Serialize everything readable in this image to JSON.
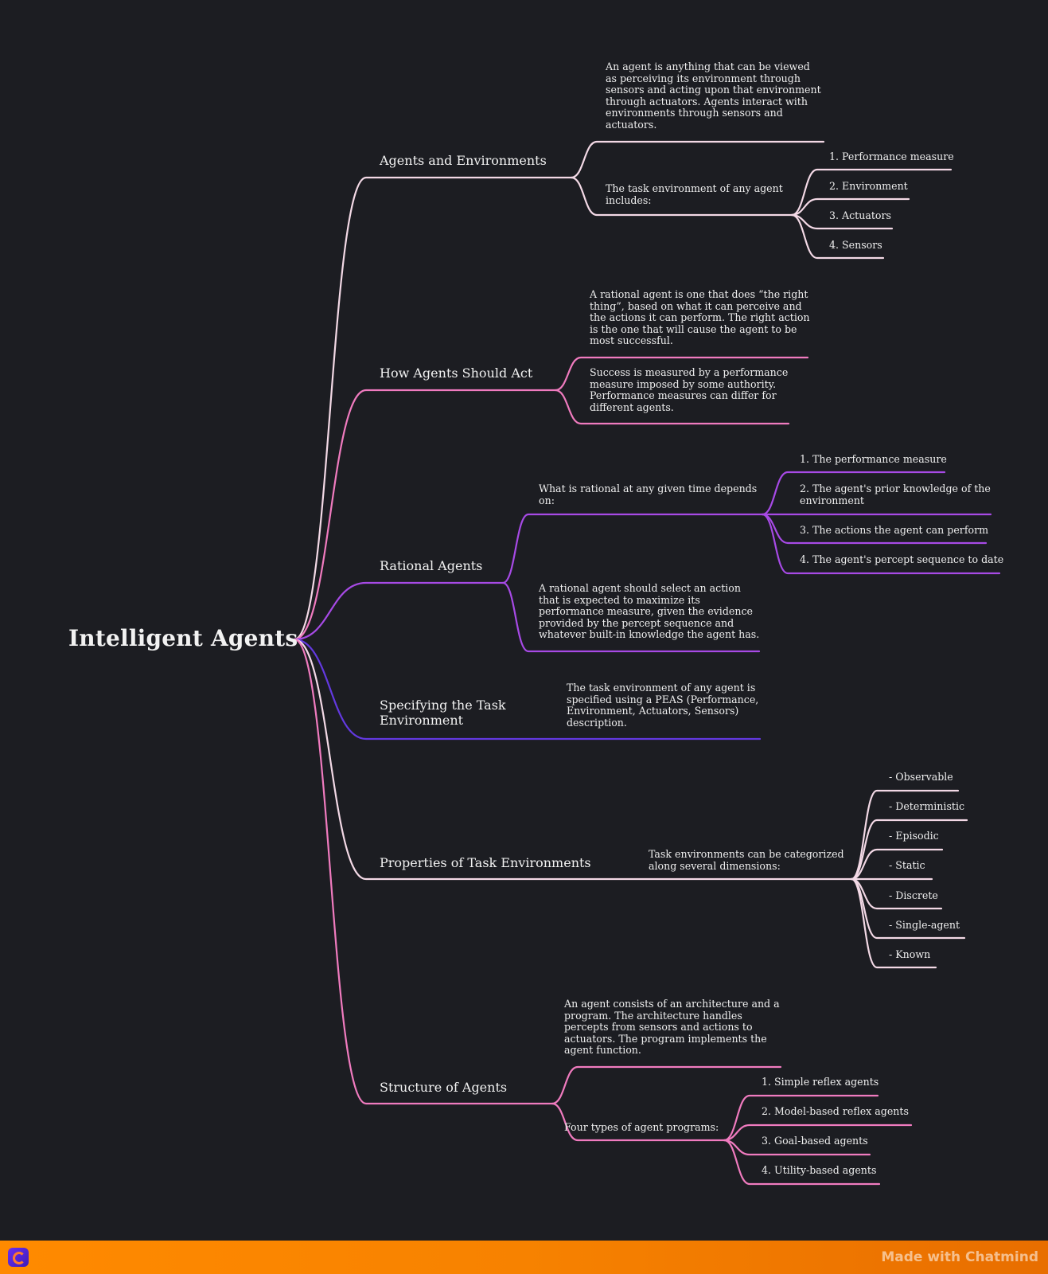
{
  "title": "Intelligent Agents",
  "colors": {
    "background": "#1c1d22",
    "text": "#f2f2f2",
    "branch_agents_environments": "#f3d9e6",
    "branch_how_agents_act": "#f07bbf",
    "branch_rational_agents": "#a74ae6",
    "branch_specifying": "#6339e0",
    "branch_properties": "#f3d9e6",
    "branch_structure": "#f07bbf",
    "footer": "#ff8a00"
  },
  "branches": [
    {
      "label": "Agents and Environments",
      "children": [
        {
          "text": "An agent is anything that can be viewed\nas perceiving its environment through\nsensors and acting upon that environment\nthrough actuators. Agents interact with\nenvironments through sensors and\nactuators."
        },
        {
          "text": "The task environment of any agent\nincludes:",
          "children": [
            "1. Performance measure",
            "2. Environment",
            "3. Actuators",
            "4. Sensors"
          ]
        }
      ]
    },
    {
      "label": "How Agents Should Act",
      "children": [
        {
          "text": "A rational agent is one that does “the right\nthing”, based on what it can perceive and\nthe actions it can perform. The right action\nis the one that will cause the agent to be\nmost successful."
        },
        {
          "text": "Success is measured by a performance\nmeasure imposed by some authority.\nPerformance measures can differ for\ndifferent agents."
        }
      ]
    },
    {
      "label": "Rational Agents",
      "children": [
        {
          "text": "What is rational at any given time depends\non:",
          "children": [
            "1. The performance measure",
            "2. The agent's prior knowledge of the\nenvironment",
            "3. The actions the agent can perform",
            "4. The agent's percept sequence to date"
          ]
        },
        {
          "text": "A rational agent should select an action\nthat is expected to maximize its\nperformance measure, given the evidence\nprovided by the percept sequence and\nwhatever built-in knowledge the agent has."
        }
      ]
    },
    {
      "label": "Specifying the Task\nEnvironment",
      "children": [
        {
          "text": "The task environment of any agent is\nspecified using a PEAS (Performance,\nEnvironment, Actuators, Sensors)\ndescription."
        }
      ]
    },
    {
      "label": "Properties of Task Environments",
      "children": [
        {
          "text": "Task environments can be categorized\nalong several dimensions:",
          "children": [
            "- Observable",
            "- Deterministic",
            "- Episodic",
            "- Static",
            "- Discrete",
            "- Single-agent",
            "- Known"
          ]
        }
      ]
    },
    {
      "label": "Structure of Agents",
      "children": [
        {
          "text": "An agent consists of an architecture and a\nprogram. The architecture handles\npercepts from sensors and actions to\nactuators. The program implements the\nagent function."
        },
        {
          "text": "Four types of agent programs:",
          "children": [
            "1. Simple reflex agents",
            "2. Model-based reflex agents",
            "3. Goal-based agents",
            "4. Utility-based agents"
          ]
        }
      ]
    }
  ],
  "footer": {
    "text": "Made with Chatmind",
    "logo_icon": "chatmind-logo-icon"
  }
}
